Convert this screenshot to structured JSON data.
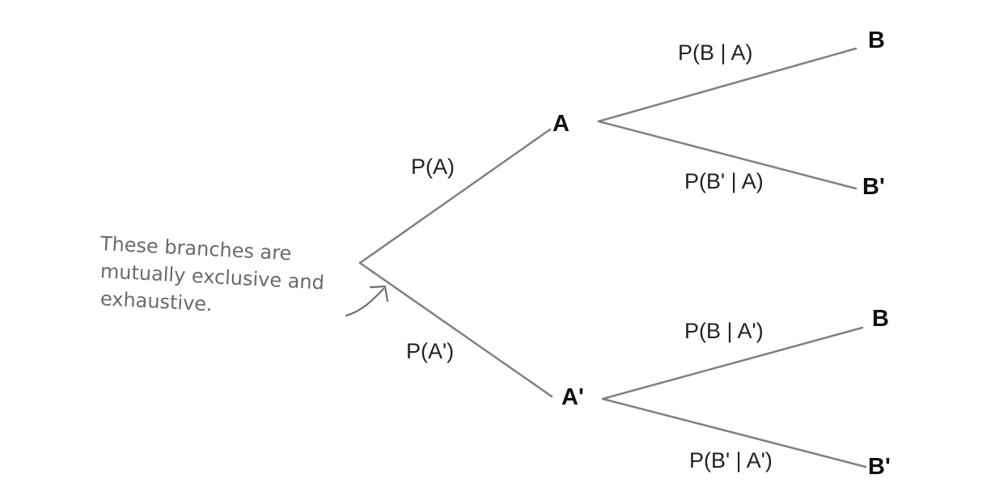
{
  "nodes": {
    "a": "A",
    "a_prime": "A'",
    "b_upper": "B",
    "b_prime_upper": "B'",
    "b_lower": "B",
    "b_prime_lower": "B'"
  },
  "probabilities": {
    "p_a": "P(A)",
    "p_a_prime": "P(A')",
    "p_b_given_a": "P(B | A)",
    "p_b_prime_given_a": "P(B' | A)",
    "p_b_given_a_prime": "P(B | A')",
    "p_b_prime_given_a_prime": "P(B' | A')"
  },
  "annotation": {
    "line1": "These branches are",
    "line2": "mutually exclusive and",
    "line3": "exhaustive."
  }
}
